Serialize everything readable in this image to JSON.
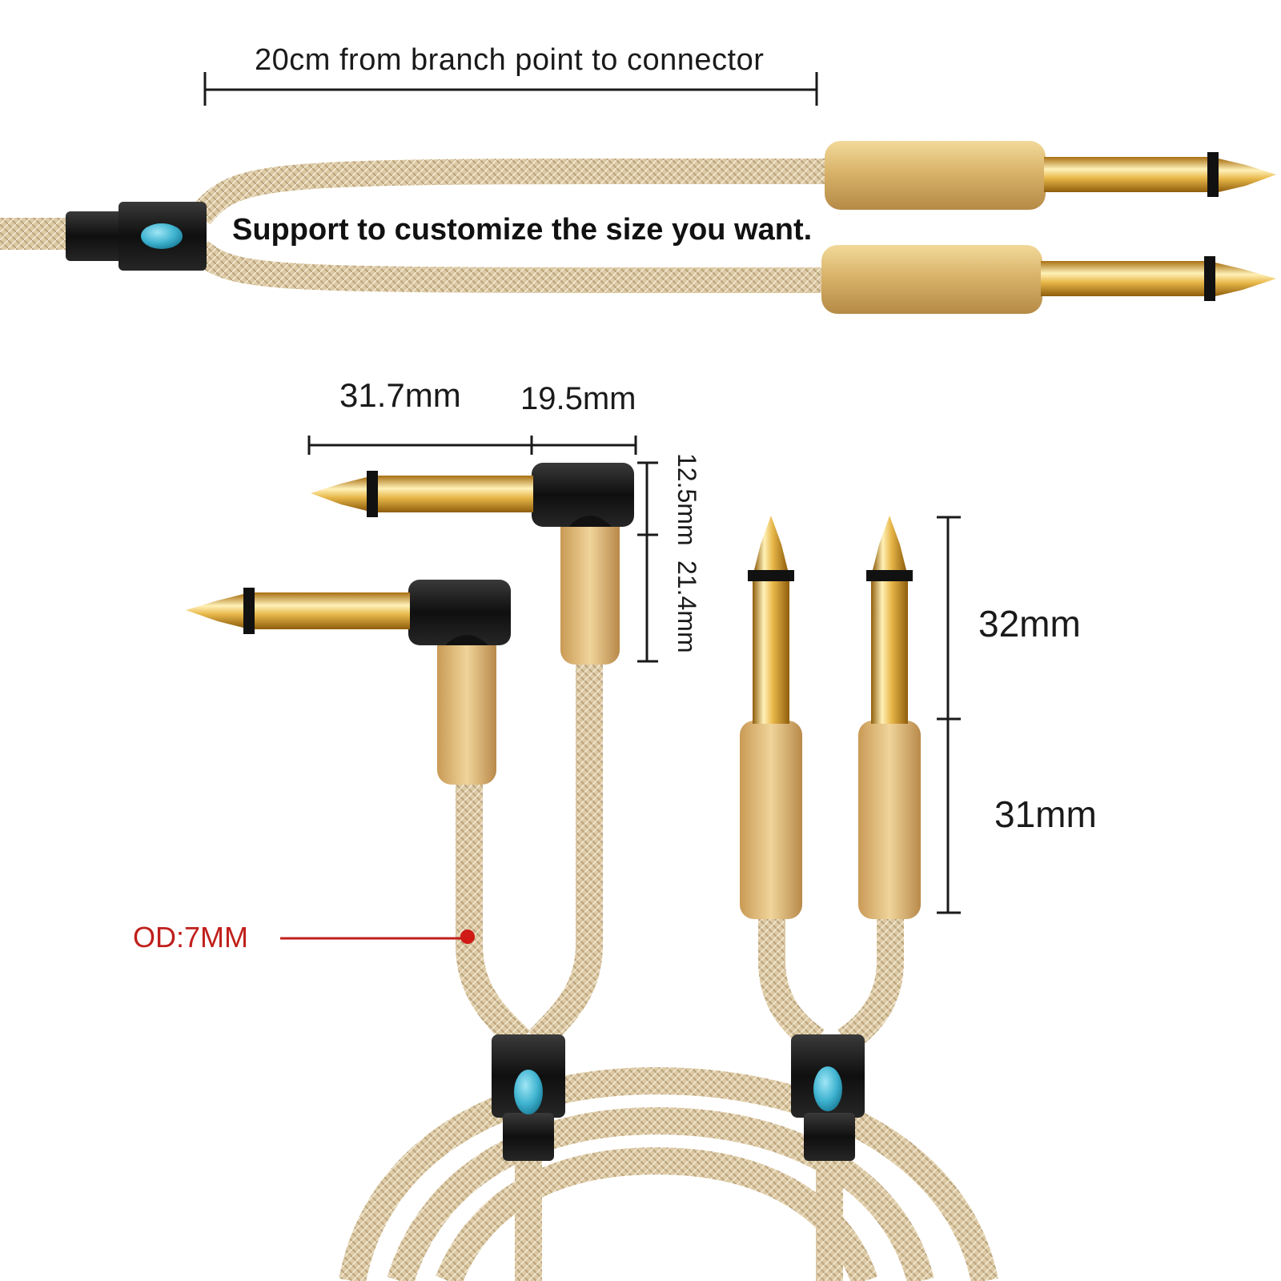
{
  "annotations": {
    "branch_length": "20cm from branch point to connector",
    "customize_note": "Support to customize the size you want.",
    "dim_shaft_length": "31.7mm",
    "dim_housing_width": "19.5mm",
    "dim_housing_height": "12.5mm",
    "dim_sleeve_length": "21.4mm",
    "dim_plug_length": "32mm",
    "dim_barrel_length": "31mm",
    "outer_diameter": "OD:7MM"
  },
  "colors": {
    "cable_braid": "#d9c6a0",
    "barrel_gold": "#d7b275",
    "plug_gold": "#e0b64a",
    "housing_black": "#141414",
    "accent_blue": "#3fb3d0",
    "od_red": "#c0201c"
  }
}
